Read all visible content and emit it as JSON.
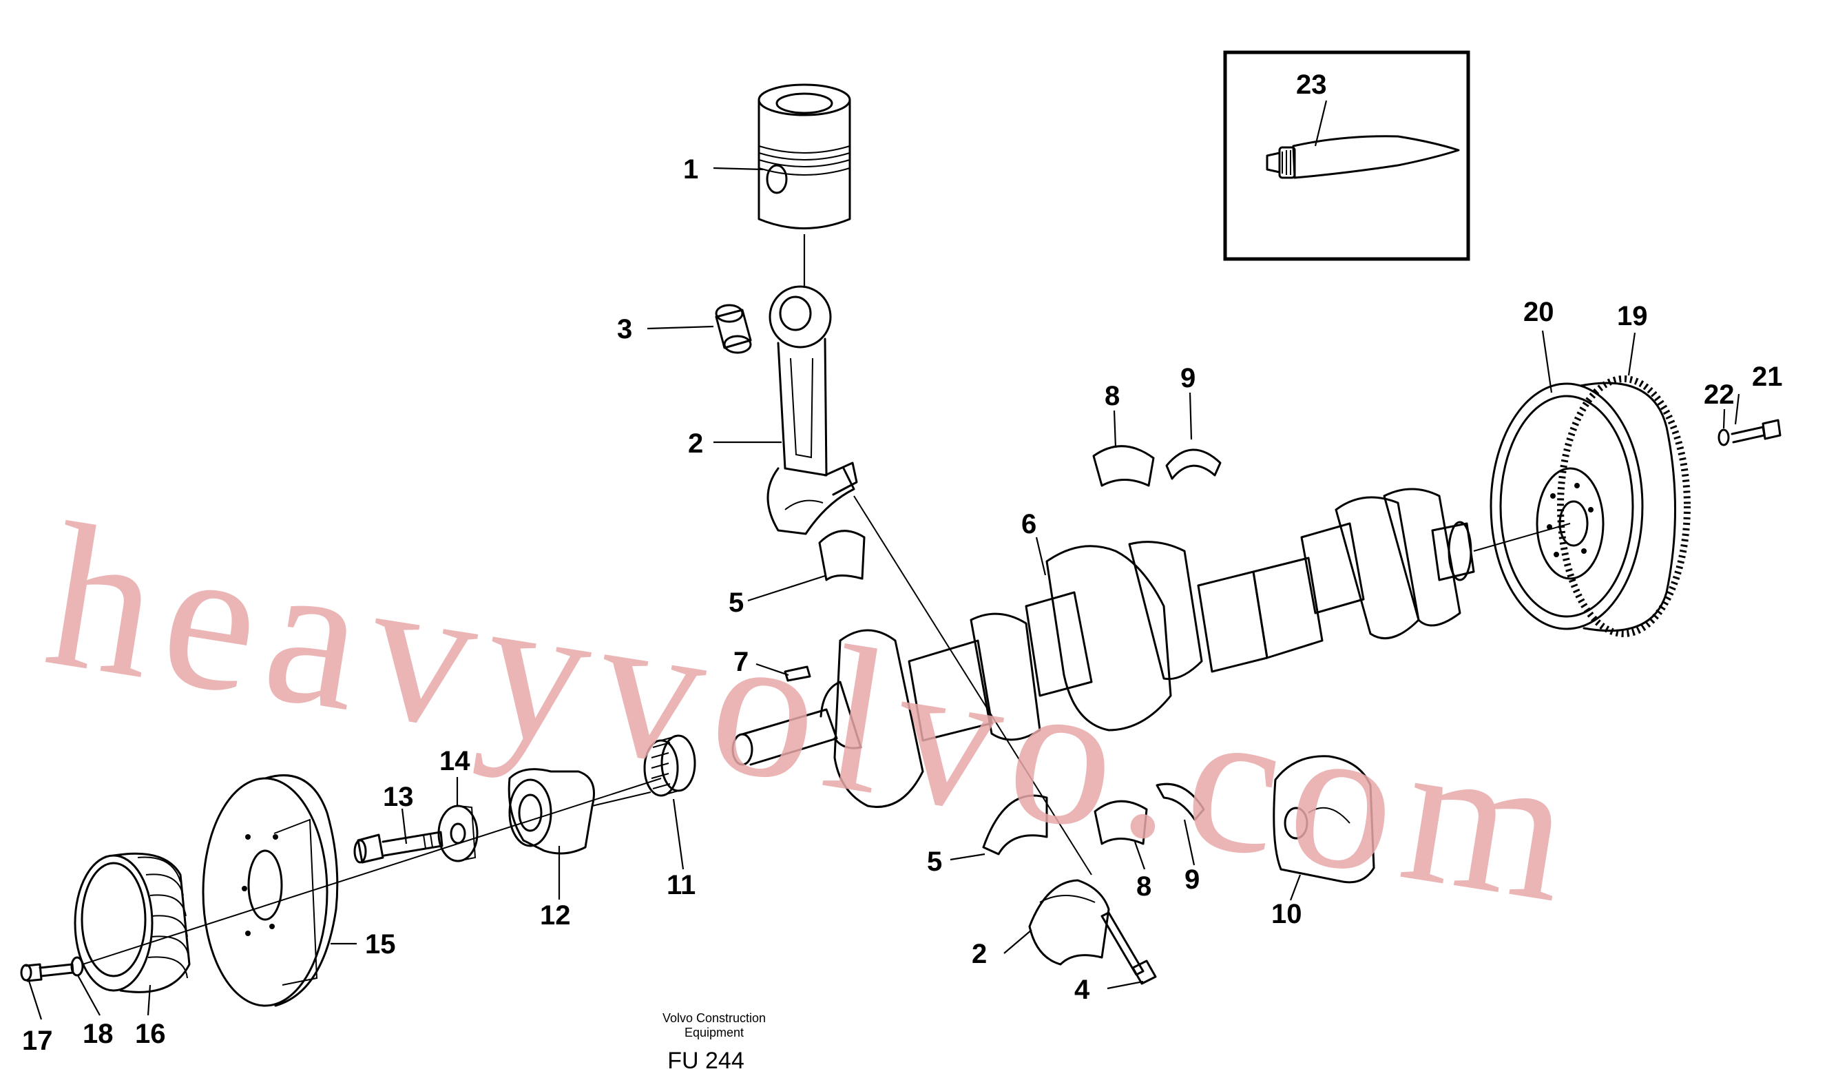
{
  "diagram": {
    "watermark": "heavyvolvo.com",
    "footer": {
      "company_line1": "Volvo Construction",
      "company_line2": "Equipment",
      "code": "FU 244"
    },
    "callouts": [
      {
        "id": "c1",
        "text": "1"
      },
      {
        "id": "c2a",
        "text": "2"
      },
      {
        "id": "c2b",
        "text": "2"
      },
      {
        "id": "c3",
        "text": "3"
      },
      {
        "id": "c4",
        "text": "4"
      },
      {
        "id": "c5a",
        "text": "5"
      },
      {
        "id": "c5b",
        "text": "5"
      },
      {
        "id": "c6",
        "text": "6"
      },
      {
        "id": "c7",
        "text": "7"
      },
      {
        "id": "c8a",
        "text": "8"
      },
      {
        "id": "c8b",
        "text": "8"
      },
      {
        "id": "c9a",
        "text": "9"
      },
      {
        "id": "c9b",
        "text": "9"
      },
      {
        "id": "c10",
        "text": "10"
      },
      {
        "id": "c11",
        "text": "11"
      },
      {
        "id": "c12",
        "text": "12"
      },
      {
        "id": "c13",
        "text": "13"
      },
      {
        "id": "c14",
        "text": "14"
      },
      {
        "id": "c15",
        "text": "15"
      },
      {
        "id": "c16",
        "text": "16"
      },
      {
        "id": "c17",
        "text": "17"
      },
      {
        "id": "c18",
        "text": "18"
      },
      {
        "id": "c19",
        "text": "19"
      },
      {
        "id": "c20",
        "text": "20"
      },
      {
        "id": "c21",
        "text": "21"
      },
      {
        "id": "c22",
        "text": "22"
      },
      {
        "id": "c23",
        "text": "23"
      }
    ]
  }
}
